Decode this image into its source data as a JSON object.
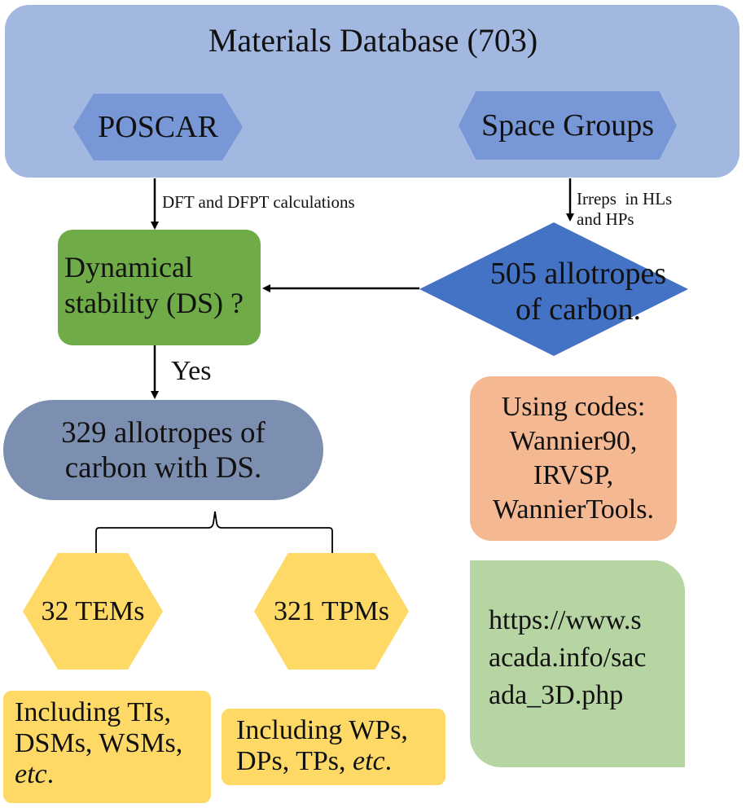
{
  "database": {
    "title": "Materials Database (703)",
    "poscar": "POSCAR",
    "space_groups": "Space Groups"
  },
  "edges": {
    "dft_label": "DFT and DFPT calculations",
    "irreps_line1": "Irreps  in HLs",
    "irreps_line2": "and HPs",
    "yes_label": "Yes"
  },
  "stability": {
    "line1": "Dynamical",
    "line2": "stability (DS) ?"
  },
  "allotropes": {
    "line1": "505 allotropes",
    "line2": "of carbon."
  },
  "ds_result": {
    "line1": "329 allotropes of",
    "line2": "carbon with DS."
  },
  "codes": {
    "line1": "Using codes:",
    "line2": "Wannier90,",
    "line3": "IRVSP,",
    "line4": "WannierTools."
  },
  "tems": "32 TEMs",
  "tpms": "321 TPMs",
  "url": {
    "line1": "https://www.s",
    "line2": "acada.info/sac",
    "line3": "ada_3D.php"
  },
  "including_left": {
    "line1": "Including TIs,",
    "line2": "DSMs, WSMs,",
    "line3_italic": "etc",
    "line3_rest": "."
  },
  "including_right": {
    "line1": "Including WPs,",
    "line2_prefix": "DPs, TPs, ",
    "line2_italic": "etc",
    "line2_rest": "."
  },
  "colors": {
    "database": "#a2b8e0",
    "hexagon_blue": "#7897d6",
    "stability_green": "#6fac48",
    "diamond_blue": "#4472c5",
    "result_slate": "#7d8fb1",
    "codes_orange": "#f4b993",
    "yellow": "#fed966",
    "url_green": "#b7d5a2"
  }
}
